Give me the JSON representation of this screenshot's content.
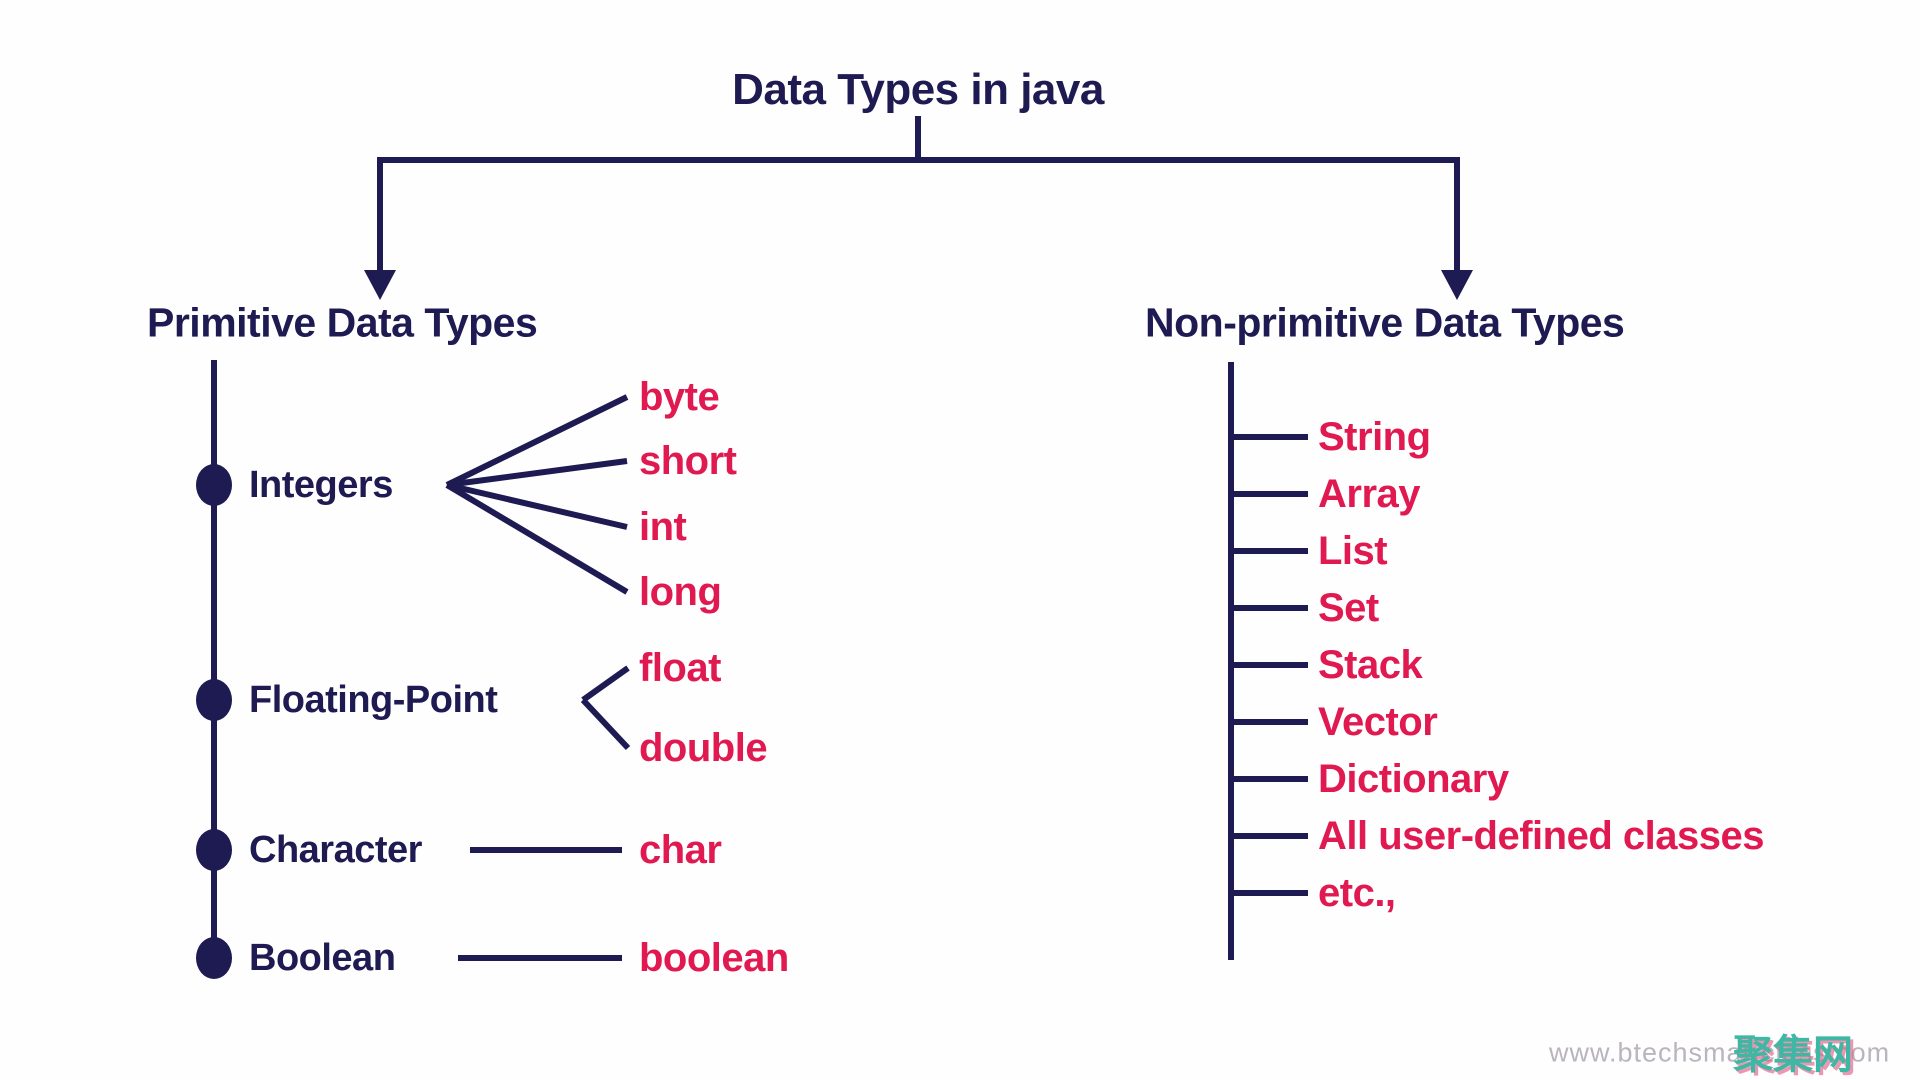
{
  "title": "Data Types in java",
  "primitive": {
    "heading": "Primitive Data Types",
    "categories": [
      {
        "label": "Integers",
        "types": [
          "byte",
          "short",
          "int",
          "long"
        ]
      },
      {
        "label": "Floating-Point",
        "types": [
          "float",
          "double"
        ]
      },
      {
        "label": "Character",
        "types": [
          "char"
        ]
      },
      {
        "label": "Boolean",
        "types": [
          "boolean"
        ]
      }
    ]
  },
  "non_primitive": {
    "heading": "Non-primitive Data Types",
    "types": [
      "String",
      "Array",
      "List",
      "Set",
      "Stack",
      "Vector",
      "Dictionary",
      "All user-defined classes",
      "etc.,"
    ]
  },
  "watermark": {
    "url_text": "www.btechsmartclass.com",
    "overlay_text": "聚集网"
  },
  "colors": {
    "navy": "#1E1A52",
    "red": "#E01951",
    "watermark_gray": "#B9B4BD",
    "stamp_teal": "#3EB7A4",
    "stamp_shadow_pink": "#E26086",
    "background": "#FFFEFE"
  }
}
